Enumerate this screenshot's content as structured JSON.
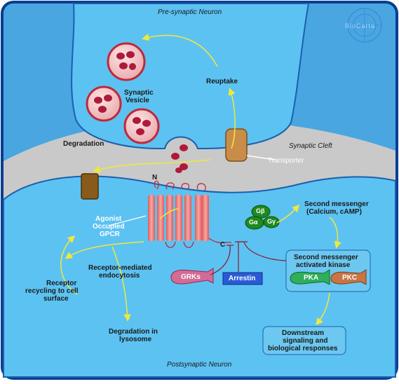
{
  "logo": "BioCarta",
  "labels": {
    "pre_neuron": "Pre-synaptic Neuron",
    "post_neuron": "Postsynaptic Neuron",
    "synaptic_cleft": "Synaptic Cleft",
    "synaptic_vesicle_1": "Synaptic",
    "synaptic_vesicle_2": "Vesicle",
    "reuptake": "Reuptake",
    "degradation": "Degradation",
    "transporter": "Transporter",
    "n_term": "N",
    "c_term": "C",
    "agonist_1": "Agonist",
    "agonist_2": "Occupied",
    "agonist_3": "GPCR",
    "second_msg_1": "Second messenger",
    "second_msg_2": "(Calcium, cAMP)",
    "g_beta": "Gβ",
    "g_alpha": "Gα",
    "g_gamma": "Gγ",
    "receptor_endo_1": "Receptor-mediated",
    "receptor_endo_2": "endocytosis",
    "recycle_1": "Receptor",
    "recycle_2": "recycling to cell",
    "recycle_3": "surface",
    "grks": "GRKs",
    "arrestin": "Arrestin",
    "kinase_1": "Second messenger",
    "kinase_2": "activated kinase",
    "pka": "PKA",
    "pkc": "PKC",
    "lysosome_1": "Degradation in",
    "lysosome_2": "lysosome",
    "downstream_1": "Downstream",
    "downstream_2": "signaling and",
    "downstream_3": "biological responses"
  },
  "colors": {
    "frame": "#0b3d91",
    "neuron_fill": "#5cc2f2",
    "neuron_edge": "#1b5fae",
    "cleft_fill": "#c9c9c9",
    "vesicle_fill": "#f3c9c9",
    "vesicle_edge": "#c0283a",
    "molecule": "#b0193a",
    "receptor": "#f08a86",
    "transporter": "#c98d4a",
    "pump": "#8a5a1a",
    "g_protein": "#1f8a1f",
    "grk": "#d46b95",
    "arrestin": "#2a5bd7",
    "pka": "#2fae5b",
    "pkc": "#c87543",
    "arrow": "#f2e83a"
  }
}
